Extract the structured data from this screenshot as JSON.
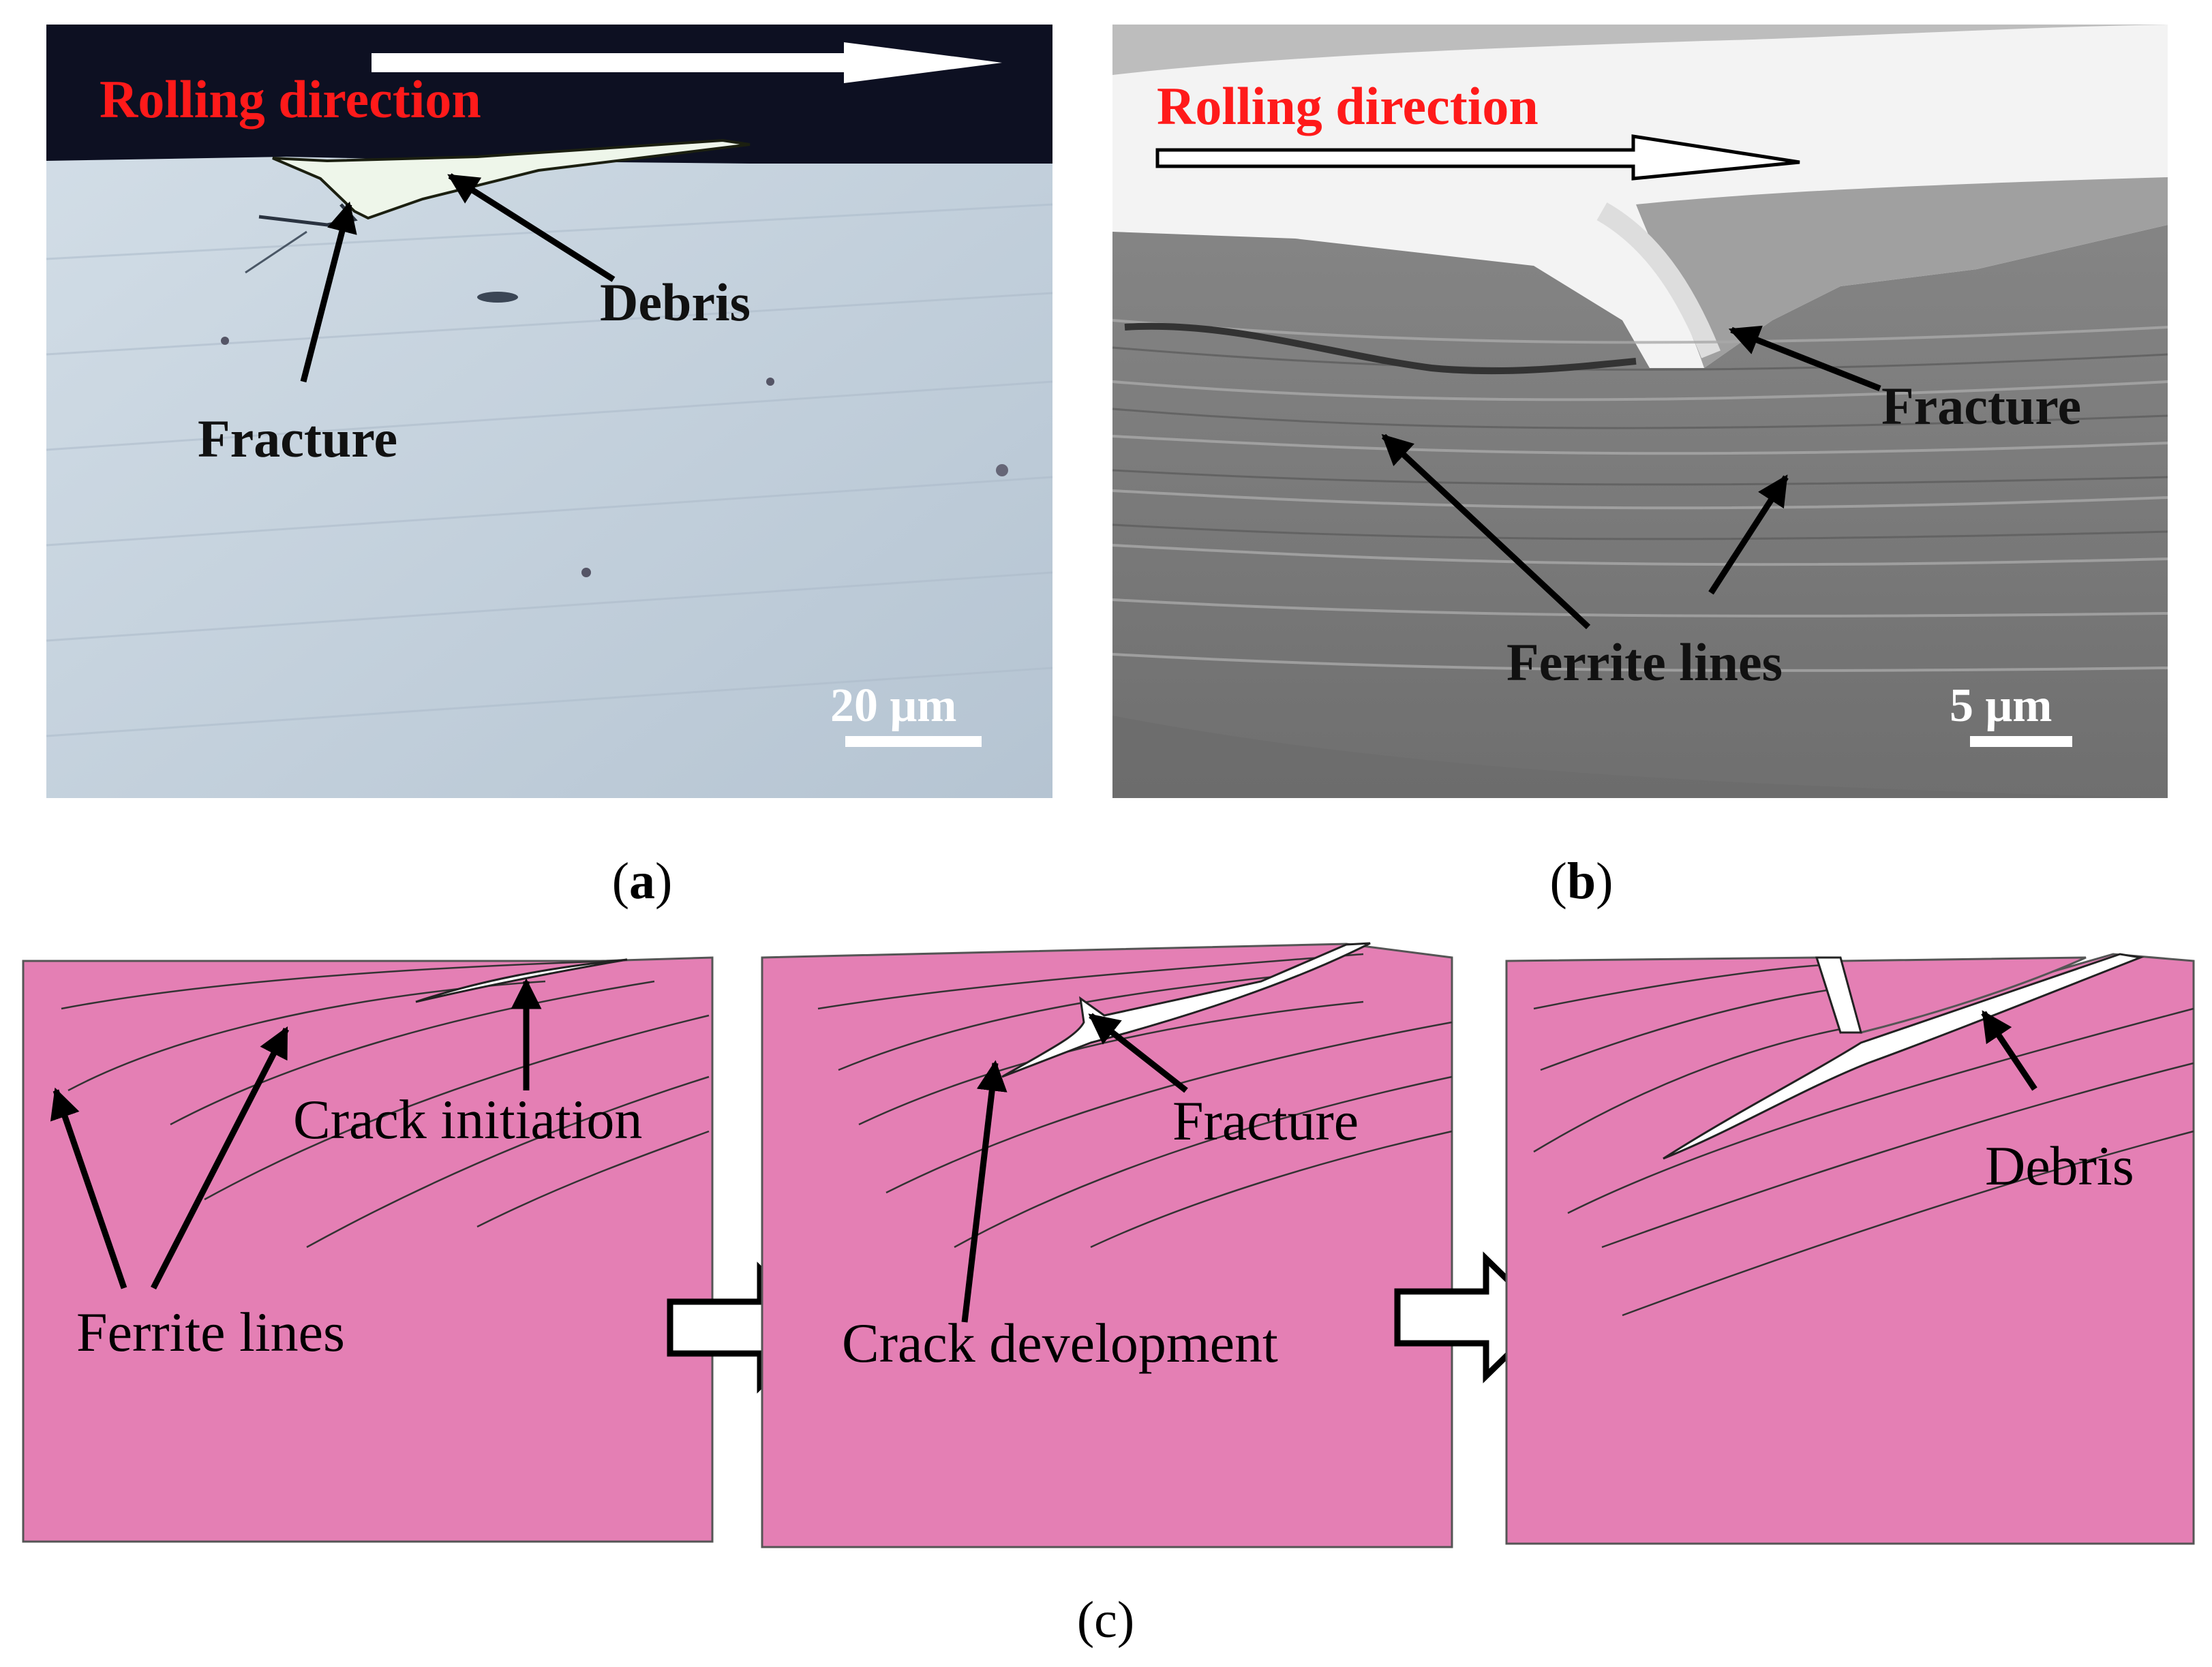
{
  "panels": {
    "a": {
      "caption_letter": "a",
      "rolling_direction": "Rolling direction",
      "labels": {
        "debris": "Debris",
        "fracture": "Fracture"
      },
      "scale_bar": "20 μm"
    },
    "b": {
      "caption_letter": "b",
      "rolling_direction": "Rolling direction",
      "labels": {
        "fracture": "Fracture",
        "ferrite_lines": "Ferrite lines"
      },
      "scale_bar": "5 μm"
    },
    "c": {
      "caption_letter": "c",
      "stage1": {
        "crack_initiation": "Crack initiation",
        "ferrite_lines": "Ferrite lines"
      },
      "stage2": {
        "fracture": "Fracture",
        "crack_development": "Crack development"
      },
      "stage3": {
        "debris": "Debris"
      }
    }
  },
  "colors": {
    "rolling_direction_text": "#ff1a1a",
    "schematic_fill": "#e47fb4",
    "optical_background": "#c6d3de",
    "sem_background": "#7f7f7f"
  }
}
